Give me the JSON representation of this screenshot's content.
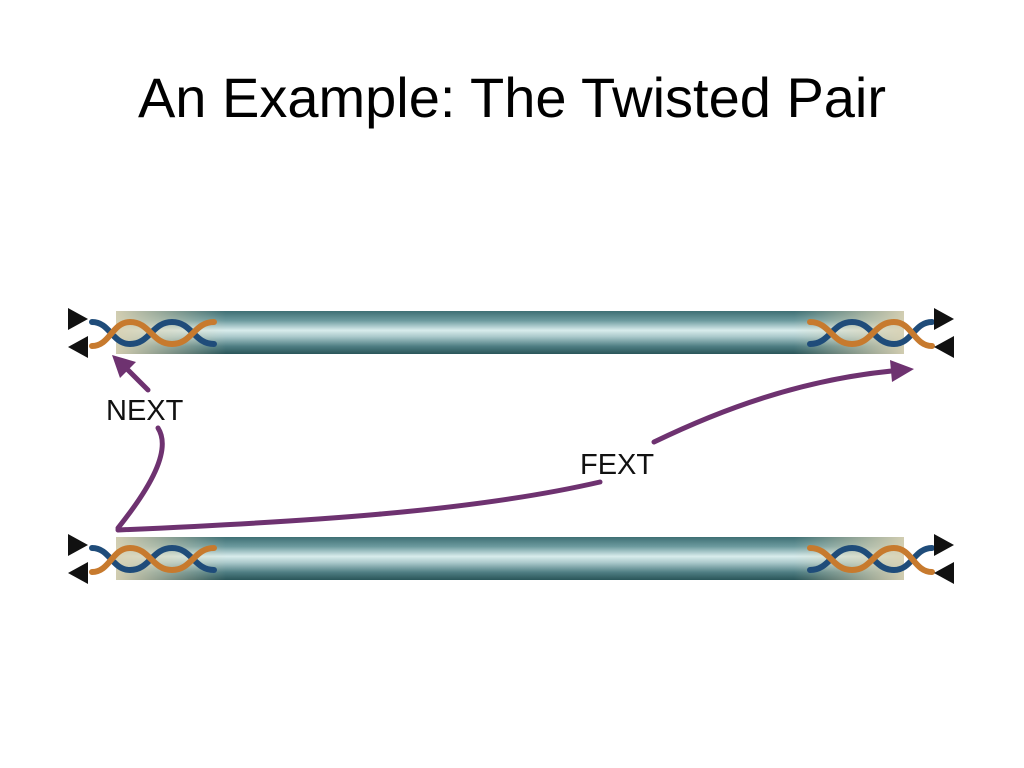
{
  "slide": {
    "title": "An Example: The Twisted Pair"
  },
  "diagram": {
    "labels": {
      "next": "NEXT",
      "fext": "FEXT"
    },
    "colors": {
      "arrow": "#6e3270",
      "cable_dark": "#2c5e63",
      "cable_light": "#cde3e3",
      "wire_orange": "#c77a2e",
      "wire_blue": "#1f4c7a",
      "end_marker": "#111111"
    }
  }
}
